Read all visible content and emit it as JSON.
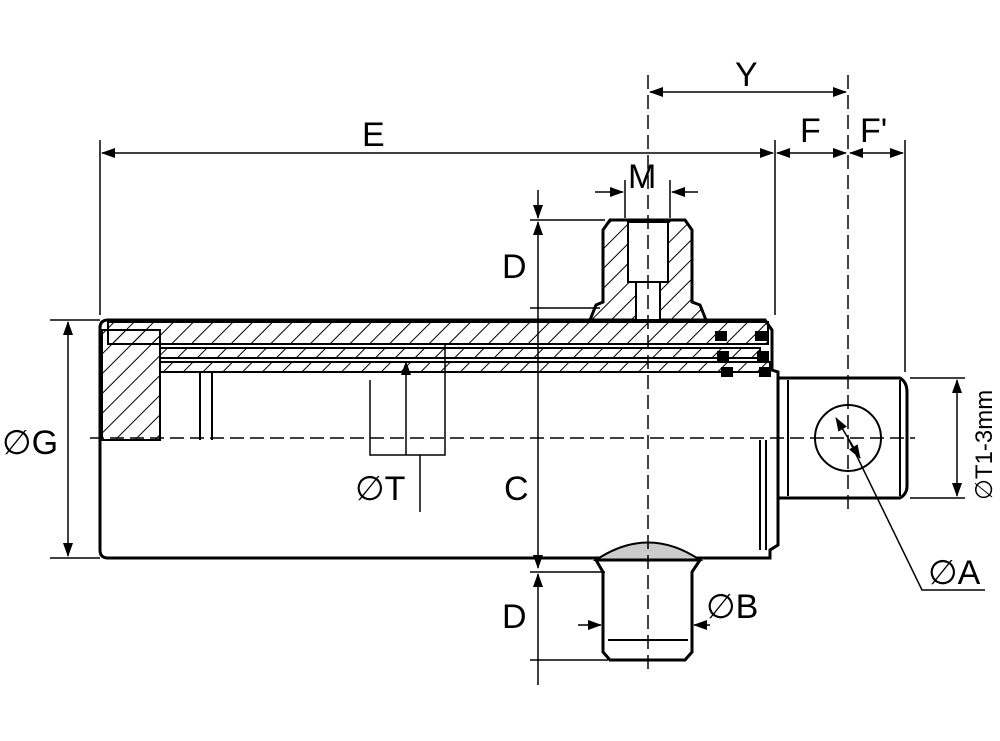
{
  "drawing": {
    "title": "Hydraulic cylinder dimension drawing",
    "labels": {
      "E": "E",
      "Y": "Y",
      "F": "F",
      "F_prime": "F'",
      "M": "M",
      "D_top": "D",
      "D_bottom": "D",
      "C": "C",
      "G": "∅G",
      "T": "∅T",
      "B": "∅B",
      "A": "∅A",
      "T1": "∅T1-3mm"
    },
    "colors": {
      "line": "#000000",
      "background": "#ffffff"
    }
  }
}
